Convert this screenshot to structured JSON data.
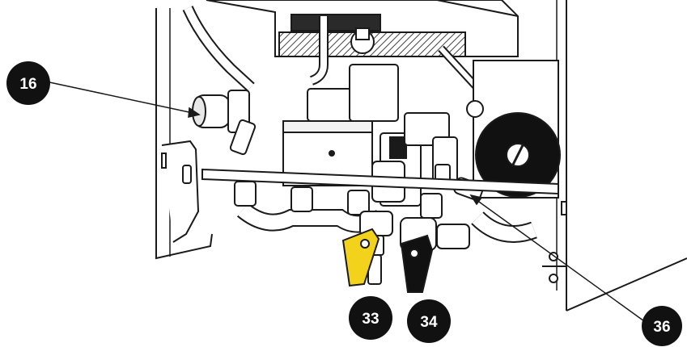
{
  "callouts": [
    {
      "id": "16",
      "label": "16"
    },
    {
      "id": "33",
      "label": "33"
    },
    {
      "id": "34",
      "label": "34"
    },
    {
      "id": "36",
      "label": "36"
    }
  ],
  "colors": {
    "line": "#1a1a1a",
    "callout_fill": "#111111",
    "lever_yellow": "#f2d21b",
    "lever_black": "#111111",
    "hatch": "#555555",
    "panel": "#ffffff"
  },
  "icons": {
    "pump": "pump-head-icon",
    "valve_yellow": "yellow-lever-valve-icon",
    "valve_black": "black-lever-valve-icon"
  }
}
